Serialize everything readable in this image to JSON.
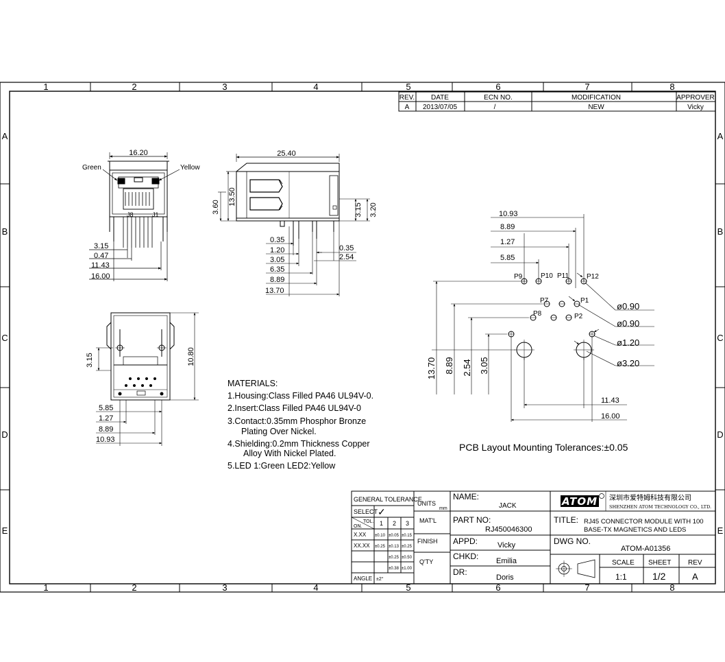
{
  "border": {
    "columns": [
      "1",
      "2",
      "3",
      "4",
      "5",
      "6",
      "7",
      "8"
    ],
    "rows": [
      "A",
      "B",
      "C",
      "D",
      "E"
    ]
  },
  "revision_table": {
    "headers": {
      "rev": "REV.",
      "date": "DATE",
      "ecn": "ECN NO.",
      "modification": "MODIFICATION",
      "approver": "APPROVER"
    },
    "row": {
      "rev": "A",
      "date": "2013/07/05",
      "ecn": "/",
      "modification": "NEW",
      "approver": "Vicky"
    }
  },
  "front_view": {
    "width_dim": "16.20",
    "led_left": "Green",
    "led_right": "Yellow",
    "pins_label_left": "J8",
    "pins_label_right": "J1",
    "dims": [
      "3.15",
      "0.47",
      "11.43",
      "16.00"
    ]
  },
  "side_view": {
    "length_dim": "25.40",
    "height_outer": "13.50",
    "height_left": "3.60",
    "right_dims": [
      "3.15",
      "3.20"
    ],
    "bottom_left_dims": [
      "0.35",
      "1.20",
      "3.05",
      "6.35",
      "8.89",
      "13.70"
    ],
    "bottom_right_dims": [
      "0.35",
      "2.54"
    ]
  },
  "bottom_view": {
    "left_dim": "3.15",
    "right_dim": "10.80",
    "bottom_dims": [
      "5.85",
      "1.27",
      "8.89",
      "10.93"
    ]
  },
  "materials": {
    "title": "MATERIALS:",
    "items": [
      "1.Housing:Class Filled PA46 UL94V-0.",
      "2.Insert:Class Filled PA46 UL94V-0",
      "3.Contact:0.35mm Phosphor Bronze",
      "Plating Over Nickel.",
      "4.Shielding:0.2mm Thickness Copper",
      "Alloy With Nickel Plated.",
      "5.LED 1:Green LED2:Yellow"
    ]
  },
  "pcb_layout": {
    "top_dims": [
      "10.93",
      "8.89",
      "1.27",
      "5.85"
    ],
    "pins": [
      "P9",
      "P10",
      "P11",
      "P12",
      "P7",
      "P1",
      "P8",
      "P2"
    ],
    "hole_dims": [
      "ø0.90",
      "ø0.90",
      "ø1.20",
      "ø3.20"
    ],
    "left_dims": [
      "13.70",
      "8.89",
      "2.54",
      "3.05"
    ],
    "bottom_dims": [
      "11.43",
      "16.00"
    ],
    "note": "PCB Layout Mounting Tolerances:±0.05"
  },
  "title_block": {
    "general_tolerance": "GENERAL TOLERANCE",
    "select": "SELECT",
    "check": "✓",
    "tol": "TOL.",
    "on": "ON.",
    "cols": [
      "1",
      "2",
      "3"
    ],
    "rows": [
      {
        "label": "X.XX",
        "v": [
          "±0.10",
          "±0.05",
          "±0.15"
        ]
      },
      {
        "label": "XX.XX",
        "v": [
          "±0.25",
          "±0.13",
          "±0.25"
        ]
      },
      {
        "label": "",
        "v": [
          "",
          "±0.25",
          "±0.50"
        ]
      },
      {
        "label": "",
        "v": [
          "",
          "±0.38",
          "±1.00"
        ]
      }
    ],
    "angle": "ANGLE",
    "angle_val": "±2°",
    "units": "UNITS",
    "units_val": "mm",
    "matl": "MAT'L",
    "finish": "FINISH",
    "qty": "Q'TY",
    "name_label": "NAME:",
    "name": "JACK",
    "part_label": "PART NO:",
    "part_no": "RJ450046300",
    "appd_label": "APPD:",
    "appd": "Vicky",
    "chkd_label": "CHKD:",
    "chkd": "Emilia",
    "dr_label": "DR:",
    "dr": "Doris",
    "logo": "ATOM",
    "company_cn": "深圳市爱特姆科技有限公司",
    "company_en": "SHENZHEN ATOM TECHNOLOGY CO., LTD.",
    "title_label": "TITLE:",
    "title_line1": "RJ45 CONNECTOR MODULE WITH 100",
    "title_line2": "BASE-TX MAGNETICS AND LEDS",
    "dwg_label": "DWG NO.",
    "dwg_no": "ATOM-A01356",
    "scale_label": "SCALE",
    "scale": "1:1",
    "sheet_label": "SHEET",
    "sheet": "1/2",
    "rev_label": "REV",
    "rev": "A"
  }
}
